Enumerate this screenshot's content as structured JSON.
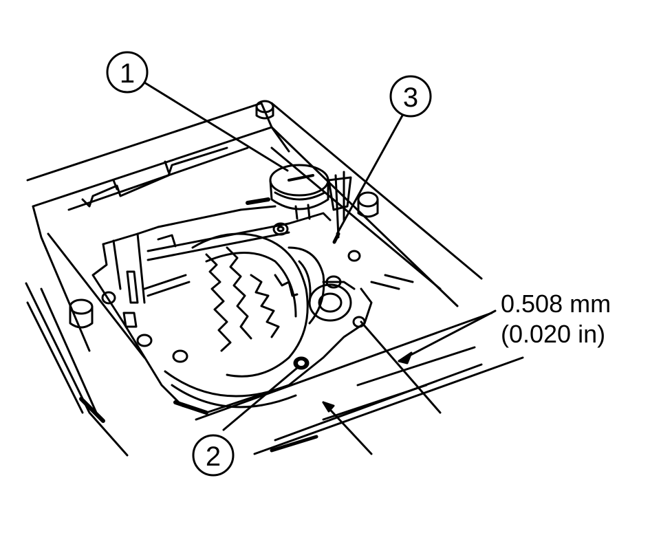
{
  "diagram": {
    "callouts": [
      {
        "number": "1"
      },
      {
        "number": "2"
      },
      {
        "number": "3"
      }
    ],
    "measurement": {
      "metric": "0.508 mm",
      "imperial": "(0.020 in)"
    }
  }
}
